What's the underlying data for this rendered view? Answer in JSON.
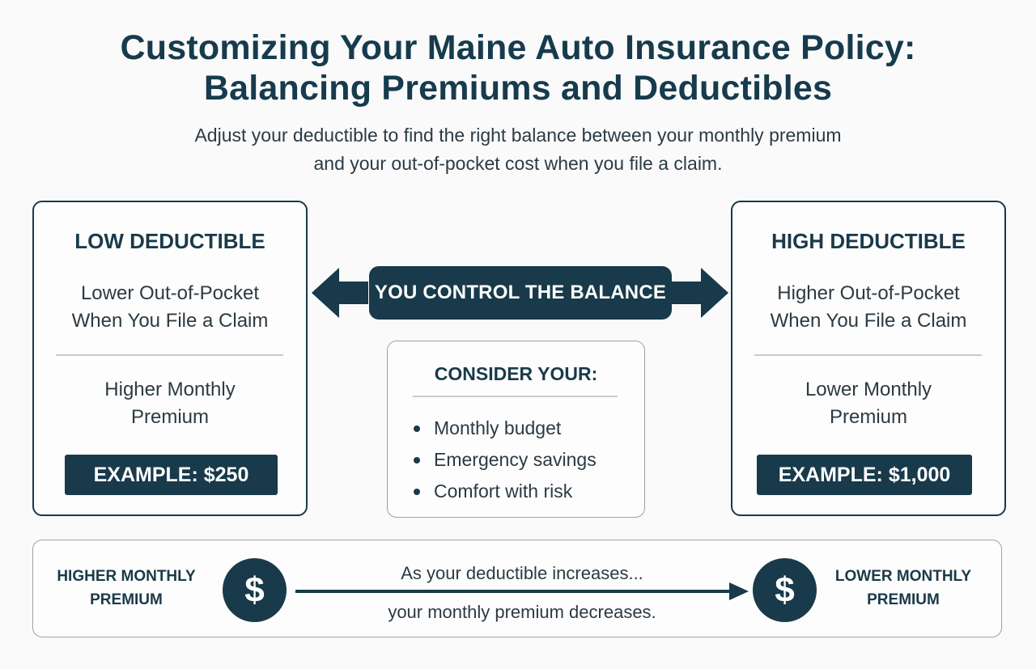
{
  "header": {
    "title_line1": "Customizing Your Maine Auto Insurance Policy:",
    "title_line2": "Balancing Premiums and Deductibles",
    "subtitle_line1": "Adjust your deductible to find the right balance between your monthly premium",
    "subtitle_line2": "and your out-of-pocket cost when you file a claim."
  },
  "low_card": {
    "heading": "LOW DEDUCTIBLE",
    "line1a": "Lower Out-of-Pocket",
    "line1b": "When You File a Claim",
    "line2a": "Higher Monthly",
    "line2b": "Premium",
    "example": "EXAMPLE: $250"
  },
  "high_card": {
    "heading": "HIGH DEDUCTIBLE",
    "line1a": "Higher Out-of-Pocket",
    "line1b": "When You File a Claim",
    "line2a": "Lower Monthly",
    "line2b": "Premium",
    "example": "EXAMPLE: $1,000"
  },
  "center": {
    "balance_label": "YOU CONTROL THE BALANCE",
    "consider_heading": "CONSIDER YOUR:",
    "consider_items": [
      "Monthly budget",
      "Emergency savings",
      "Comfort with risk"
    ]
  },
  "bottom": {
    "left_label_1": "HIGHER MONTHLY",
    "left_label_2": "PREMIUM",
    "right_label_1": "LOWER MONTHLY",
    "right_label_2": "PREMIUM",
    "coin_symbol": "$",
    "text_top": "As your deductible increases...",
    "text_bottom": "your monthly premium decreases."
  },
  "colors": {
    "navy": "#183a4a",
    "text": "#2c3a42",
    "background": "#fafafa"
  },
  "icons": [
    "double-arrow-icon",
    "dollar-coin-icon",
    "right-arrow-icon"
  ]
}
